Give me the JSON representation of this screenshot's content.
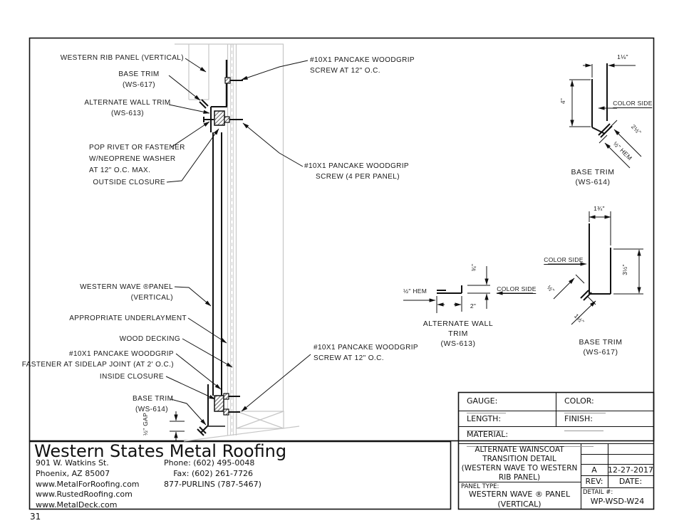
{
  "page_number": "31",
  "callouts": {
    "left": [
      {
        "lines": [
          "WESTERN RIB PANEL (VERTICAL)"
        ]
      },
      {
        "lines": [
          "BASE TRIM",
          "(WS-617)"
        ]
      },
      {
        "lines": [
          "ALTERNATE WALL TRIM",
          "(WS-613)"
        ]
      },
      {
        "lines": [
          "POP RIVET OR FASTENER",
          "W/NEOPRENE WASHER",
          "AT 12\" O.C. MAX."
        ]
      },
      {
        "lines": [
          "OUTSIDE CLOSURE"
        ]
      },
      {
        "lines": [
          "WESTERN WAVE ®PANEL",
          "(VERTICAL)"
        ]
      },
      {
        "lines": [
          "APPROPRIATE UNDERLAYMENT"
        ]
      },
      {
        "lines": [
          "WOOD DECKING"
        ]
      },
      {
        "lines": [
          "#10X1 PANCAKE WOODGRIP",
          "FASTENER AT SIDELAP JOINT (AT 2' O.C.)"
        ]
      },
      {
        "lines": [
          "INSIDE CLOSURE"
        ]
      },
      {
        "lines": [
          "BASE TRIM",
          "(WS-614)"
        ]
      }
    ],
    "right": [
      {
        "lines": [
          "#10X1 PANCAKE WOODGRIP",
          "SCREW AT 12\" O.C."
        ]
      },
      {
        "lines": [
          "#10X1 PANCAKE WOODGRIP",
          "SCREW (4 PER PANEL)"
        ]
      },
      {
        "lines": [
          "#10X1 PANCAKE WOODGRIP",
          "SCREW AT 12\" O.C."
        ]
      }
    ],
    "gap_dim": "½\" GAP"
  },
  "details": {
    "ws614": {
      "name": "BASE TRIM",
      "code": "(WS-614)",
      "dim_top": "1⅛\"",
      "dim_face": "4\"",
      "dim_leg": "2½\"",
      "dim_hem": "½\" HEM",
      "color_side": "COLOR SIDE"
    },
    "ws613": {
      "name": "ALTERNATE WALL TRIM",
      "code": "(WS-613)",
      "dim_hem": "½\" HEM",
      "dim_up": "¾\"",
      "dim_leg": "2\"",
      "color_side": "COLOR SIDE"
    },
    "ws617": {
      "name": "BASE TRIM",
      "code": "(WS-617)",
      "dim_top": "1¾\"",
      "dim_face": "3½\"",
      "dim_hem": "½\"",
      "dim_leg": "1½\"",
      "color_side": "COLOR SIDE"
    }
  },
  "spec_table": {
    "gauge_label": "GAUGE:",
    "color_label": "COLOR:",
    "length_label": "LENGTH:",
    "finish_label": "FINISH:",
    "material_label": "MATERIAL:"
  },
  "title_block": {
    "title_line1": "ALTERNATE WAINSCOAT",
    "title_line2": "TRANSITION DETAIL",
    "title_line3": "(WESTERN WAVE TO WESTERN",
    "title_line4": "RIB PANEL)",
    "rev_value": "A",
    "date_value": "12-27-2017",
    "rev_label": "REV:",
    "date_label": "DATE:",
    "panel_type_label": "PANEL TYPE:",
    "panel_type_line1": "WESTERN WAVE ® PANEL",
    "panel_type_line2": "(VERTICAL)",
    "detail_number_label": "DETAIL #:",
    "detail_number_value": "WP-WSD-W24"
  },
  "company": {
    "name": "Western States Metal Roofing",
    "address1": "901 W. Watkins St.",
    "address2": "Phoenix, AZ 85007",
    "web1": "www.MetalForRoofing.com",
    "web2": "www.RustedRoofing.com",
    "web3": "www.MetalDeck.com",
    "phone": "Phone: (602) 495-0048",
    "fax": "Fax: (602) 261-7726",
    "tollfree": "877-PURLINS (787-5467)"
  }
}
